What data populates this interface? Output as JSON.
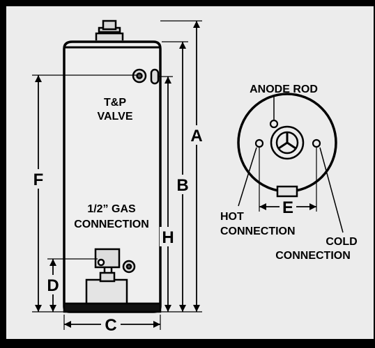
{
  "diagram": {
    "colors": {
      "frame": "#000000",
      "panel": "#ececec",
      "tank_body": "#efefef",
      "ink": "#000000"
    },
    "labels": {
      "tp_valve_line1": "T&P",
      "tp_valve_line2": "VALVE",
      "gas_line1": "1/2” GAS",
      "gas_line2": "CONNECTION",
      "anode_rod": "ANODE ROD",
      "hot_line1": "HOT",
      "hot_line2": "CONNECTION",
      "cold_line1": "COLD",
      "cold_line2": "CONNECTION"
    },
    "dimensions": {
      "a": "A",
      "b": "B",
      "c": "C",
      "d": "D",
      "e": "E",
      "f": "F",
      "h": "H"
    }
  }
}
